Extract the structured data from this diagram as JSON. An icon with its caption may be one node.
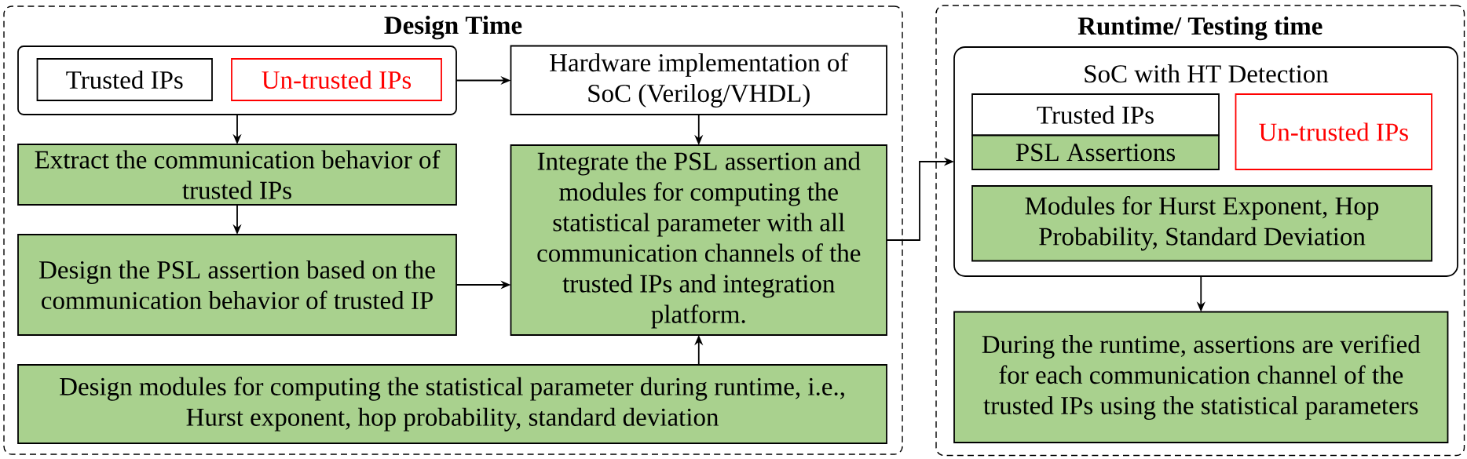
{
  "diagram": {
    "nodes": [
      {
        "text": [
          "Design Time"
        ]
      },
      {
        "text": [],
        "shape": "box",
        "in": 0
      },
      {
        "text": [
          "Trusted IPs"
        ],
        "in": 1
      },
      {
        "text": [
          "Un-trusted IPs"
        ],
        "in": 1
      },
      {
        "text": [
          "Hardware implementation of SoC (Verilog/VHDL)"
        ],
        "in": 0
      },
      {
        "text": [
          "Extract the communication behavior of trusted IPs"
        ],
        "in": 0
      },
      {
        "text": [
          "Design the PSL assertion based on the communication behavior of trusted IP"
        ],
        "in": 0
      },
      {
        "text": [
          "Integrate the PSL assertion and modules for computing the statistical parameter with all communication channels of the trusted IPs and integration platform."
        ],
        "in": 0
      },
      {
        "text": [
          "Design modules for computing the statistical parameter during runtime, i.e., Hurst exponent, hop probability, standard deviation"
        ],
        "in": 0
      },
      {
        "text": [
          "Runtime/ Testing time"
        ]
      },
      {
        "text": [
          "SoC with HT Detection"
        ],
        "in": 9
      },
      {
        "text": [
          "Trusted IPs"
        ],
        "in": 10
      },
      {
        "text": [
          "PSL Assertions"
        ],
        "in": 10
      },
      {
        "text": [
          "Un-trusted IPs"
        ],
        "in": 10
      },
      {
        "text": [
          "Modules for Hurst Exponent, Hop Probability, Standard Deviation"
        ],
        "in": 10
      },
      {
        "text": [
          "During the runtime, assertions are verified for each communication channel of the trusted IPs using the statistical parameters"
        ],
        "in": 9
      }
    ],
    "edges": [
      {
        "from": 1,
        "to": 4,
        "arrow": "to"
      },
      {
        "from": 1,
        "to": 5,
        "arrow": "to"
      },
      {
        "from": 5,
        "to": 6,
        "arrow": "to"
      },
      {
        "from": 4,
        "to": 7,
        "arrow": "to"
      },
      {
        "from": 6,
        "to": 7,
        "arrow": "to"
      },
      {
        "from": 8,
        "to": 7,
        "arrow": "to"
      },
      {
        "from": 7,
        "to": 10,
        "arrow": "to"
      },
      {
        "from": 10,
        "to": 15,
        "arrow": "to"
      }
    ]
  }
}
